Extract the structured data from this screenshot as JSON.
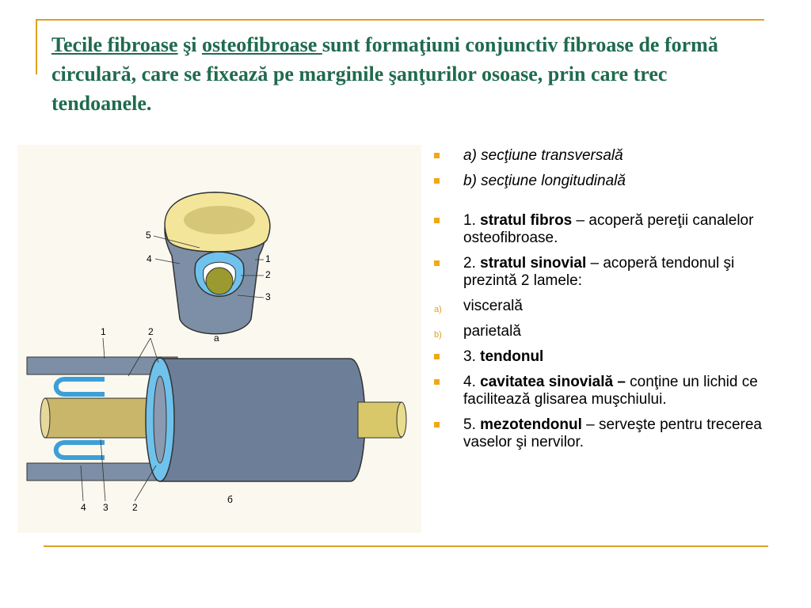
{
  "title": {
    "part1": "Tecile fibroase",
    "part2": " şi ",
    "part3": "osteofibroase ",
    "part4": "sunt formaţiuni conjunctiv fibroase de formă circulară, care se fixează pe marginile şanţurilor osoase, prin care trec tendoanele."
  },
  "figure": {
    "labels_top": [
      "5",
      "4",
      "1",
      "2",
      "3"
    ],
    "caption_a": "а",
    "labels_long_top": [
      "1",
      "2"
    ],
    "labels_long_bottom": [
      "4",
      "3",
      "2"
    ],
    "caption_b": "б"
  },
  "list": {
    "item1": "a) secţiune transversală",
    "item2": "b) secţiune longitudinală",
    "item3": {
      "num": "1. ",
      "bold": "stratul fibros",
      "rest": " – acoperă pereţii canalelor osteofibroase."
    },
    "item4": {
      "num": "2. ",
      "bold": "stratul sinovial",
      "rest": " – acoperă tendonul şi prezintă 2 lamele:"
    },
    "item5": {
      "marker": "a)",
      "text": "viscerală"
    },
    "item6": {
      "marker": "b)",
      "text": "parietală"
    },
    "item7": {
      "num": "3. ",
      "bold": "tendonul"
    },
    "item8": {
      "num": "4. ",
      "bold": "cavitatea sinovială –",
      "rest": " conţine un lichid ce facilitează glisarea muşchiului."
    },
    "item9": {
      "num": "5. ",
      "bold": "mezotendonul",
      "rest": " – serveşte pentru trecerea vaselor şi nervilor."
    }
  },
  "colors": {
    "title": "#1f6b4e",
    "accent": "#e0a020",
    "bullet": "#f0a818"
  }
}
